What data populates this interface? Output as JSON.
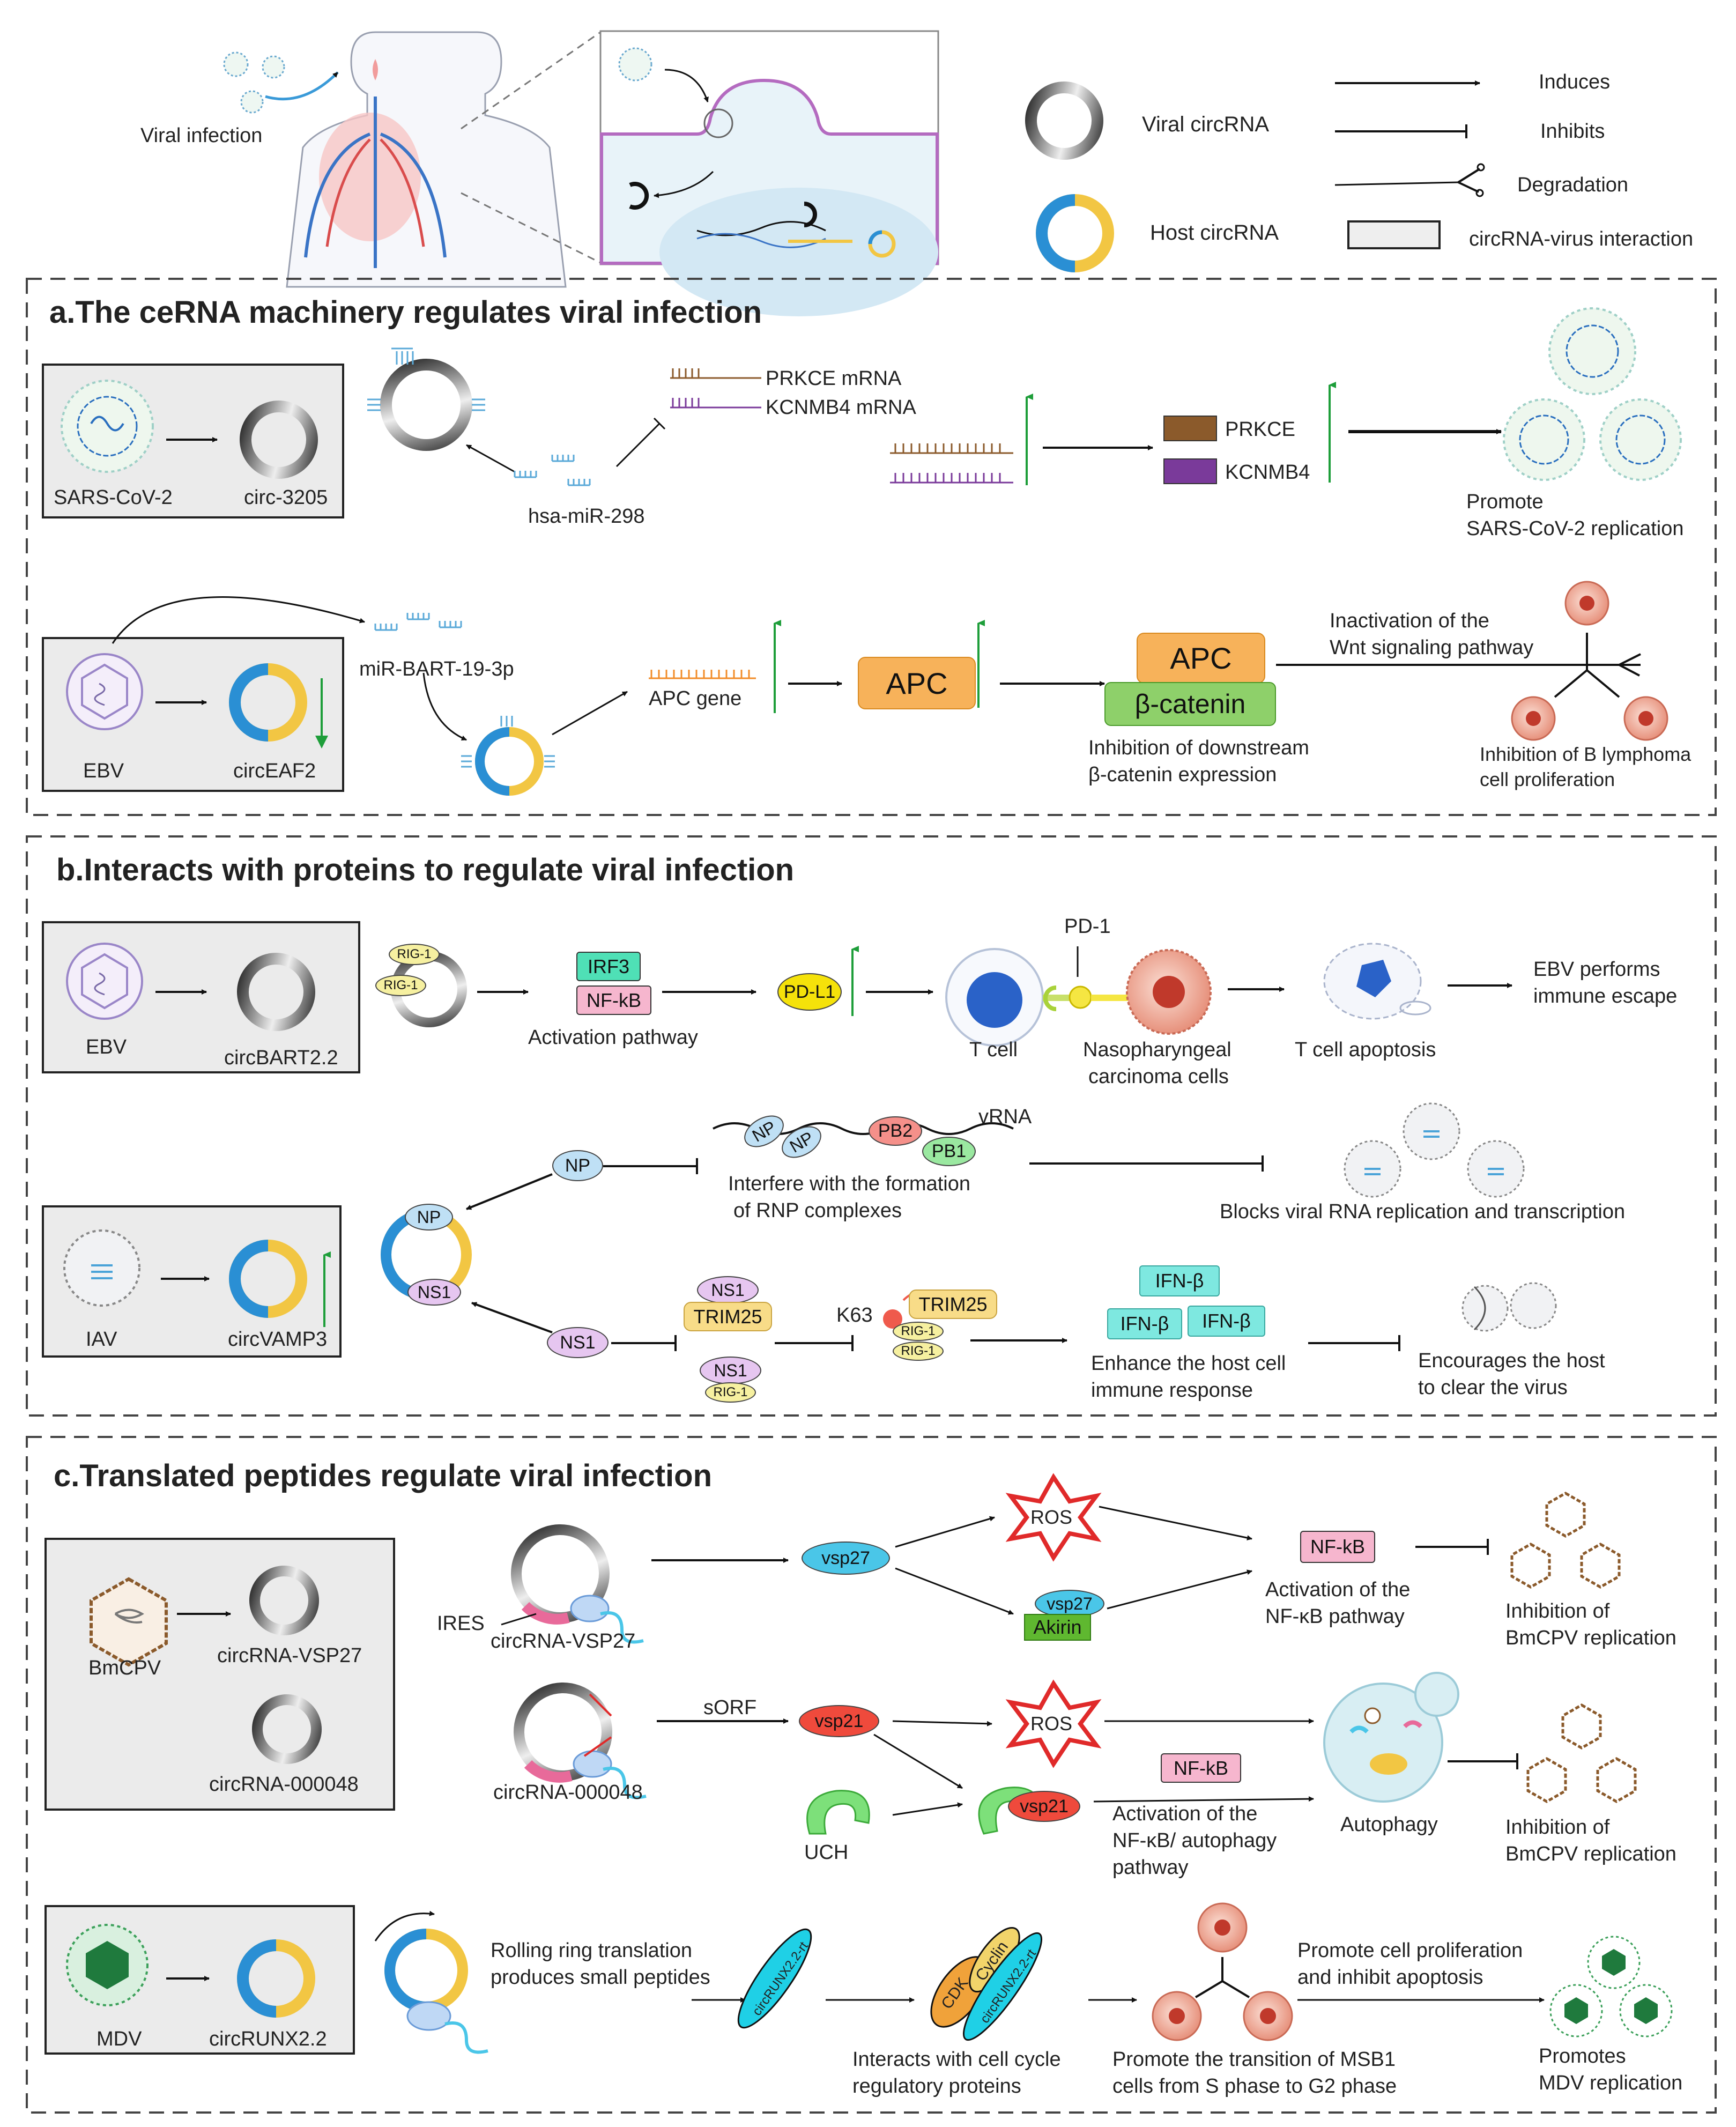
{
  "legend": {
    "viral_infection": "Viral infection",
    "viral_circrna": "Viral circRNA",
    "host_circrna": "Host circRNA",
    "induces": "Induces",
    "inhibits": "Inhibits",
    "degradation": "Degradation",
    "interaction": "circRNA-virus interaction"
  },
  "section_a": {
    "title": "a.The ceRNA machinery regulates viral infection",
    "sars": "SARS-CoV-2",
    "circ3205": "circ-3205",
    "mir298": "hsa-miR-298",
    "prkce_mrna": "PRKCE mRNA",
    "kcnmb4_mrna": "KCNMB4 mRNA",
    "prkce": "PRKCE",
    "kcnmb4": "KCNMB4",
    "promote_1": "Promote",
    "promote_2": "SARS-CoV-2 replication",
    "ebv": "EBV",
    "circeaf2": "circEAF2",
    "mirbart": "miR-BART-19-3p",
    "apc_gene": "APC gene",
    "apc": "APC",
    "apc2": "APC",
    "bcat": "β-catenin",
    "inact_1": "Inactivation of the",
    "inact_2": "Wnt signaling pathway",
    "inhib_down_1": "Inhibition of downstream",
    "inhib_down_2": "β-catenin expression",
    "inhib_b_1": "Inhibition of B lymphoma",
    "inhib_b_2": "cell proliferation"
  },
  "section_b": {
    "title": "b.Interacts with proteins to regulate viral infection",
    "ebv": "EBV",
    "circbart": "circBART2.2",
    "rig1a": "RIG-1",
    "rig1b": "RIG-1",
    "irf3": "IRF3",
    "nfkb": "NF-kB",
    "activation": "Activation pathway",
    "pdl1": "PD-L1",
    "pd1": "PD-1",
    "tcell": "T cell",
    "naso_1": "Nasopharyngeal",
    "naso_2": "carcinoma cells",
    "tapop": "T cell apoptosis",
    "ebv_esc_1": "EBV performs",
    "ebv_esc_2": "immune escape",
    "np_top": "NP",
    "np_chain1": "NP",
    "np_chain2": "NP",
    "pb2": "PB2",
    "pb1": "PB1",
    "vrna": "vRNA",
    "interfere_1": "Interfere with the formation",
    "interfere_2": "of RNP complexes",
    "blocks": "Blocks viral RNA replication and transcription",
    "np_circ": "NP",
    "ns1_circ": "NS1",
    "iav": "IAV",
    "circvamp3": "circVAMP3",
    "ns1_left": "NS1",
    "ns1_a": "NS1",
    "trim25_a": "TRIM25",
    "ns1_b": "NS1",
    "rig1_b": "RIG-1",
    "k63": "K63",
    "trim25_b": "TRIM25",
    "rig1_c": "RIG-1",
    "rig1_d": "RIG-1",
    "ifn1": "IFN-β",
    "ifn2": "IFN-β",
    "ifn3": "IFN-β",
    "enhance_1": "Enhance the host cell",
    "enhance_2": "immune response",
    "encourage_1": "Encourages the host",
    "encourage_2": "to clear the virus"
  },
  "section_c": {
    "title": "c.Translated peptides regulate viral infection",
    "bmcpv": "BmCPV",
    "circvsp27": "circRNA-VSP27",
    "circ48": "circRNA-000048",
    "ires": "IRES",
    "circvsp27_2": "circRNA-VSP27",
    "vsp27": "vsp27",
    "ros1": "ROS",
    "vsp27b": "vsp27",
    "akirin": "Akirin",
    "nfkb1": "NF-kB",
    "act_nfkb_1": "Activation of the",
    "act_nfkb_2": "NF-κB pathway",
    "inhib_bm_1": "Inhibition of",
    "inhib_bm_2": "BmCPV replication",
    "circ48_2": "circRNA-000048",
    "sorf": "sORF",
    "vsp21": "vsp21",
    "ros2": "ROS",
    "uch": "UCH",
    "vsp21b": "vsp21",
    "nfkb2": "NF-kB",
    "act_auto_1": "Activation of the",
    "act_auto_2": "NF-κB/ autophagy",
    "act_auto_3": "pathway",
    "autophagy": "Autophagy",
    "inhib_bm2_1": "Inhibition of",
    "inhib_bm2_2": "BmCPV replication",
    "mdv": "MDV",
    "circrunx": "circRUNX2.2",
    "rolling_1": "Rolling ring translation",
    "rolling_2": "produces small peptides",
    "pep": "circRUNX2.2-rt",
    "cdk": "CDK",
    "cyclin": "Cyclin",
    "pep2": "circRUNX2.2-rt",
    "interacts_1": "Interacts with cell cycle",
    "interacts_2": "regulatory proteins",
    "promote_cell_1": "Promote cell proliferation",
    "promote_cell_2": "and inhibit apoptosis",
    "promote_msb_1": "Promote the transition of MSB1",
    "promote_msb_2": "cells from S phase to G2 phase",
    "promote_mdv_1": "Promotes",
    "promote_mdv_2": "MDV replication"
  }
}
